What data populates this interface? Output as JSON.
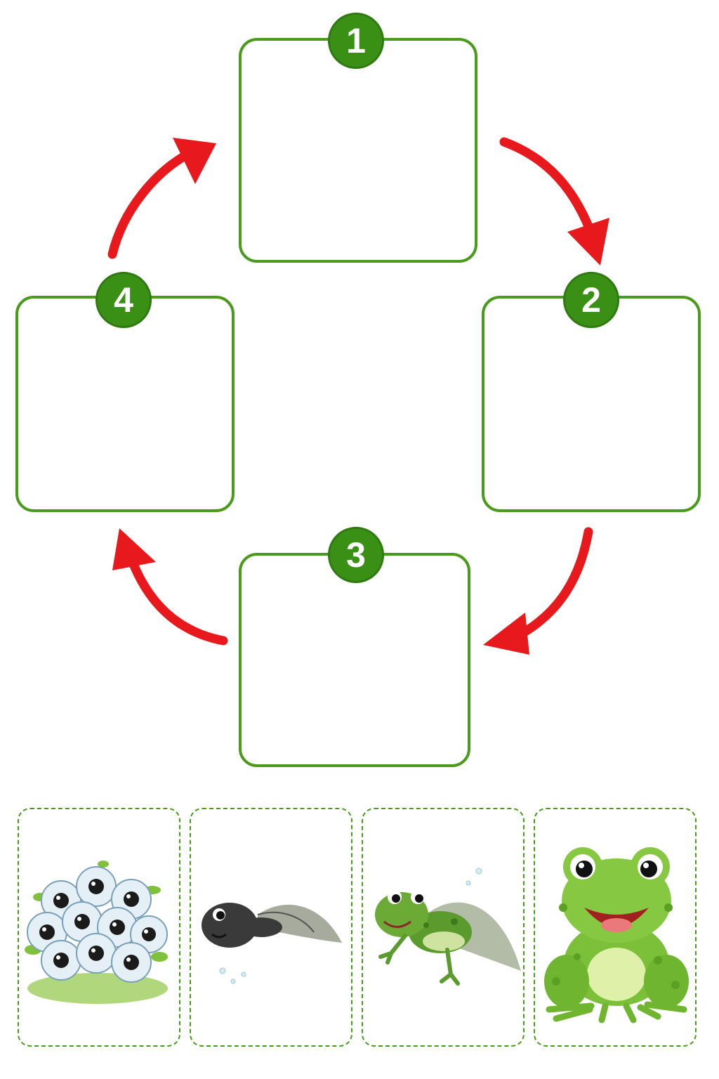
{
  "diagram": {
    "title": "",
    "steps": [
      {
        "number": "1"
      },
      {
        "number": "2"
      },
      {
        "number": "3"
      },
      {
        "number": "4"
      }
    ],
    "arrow_color": "#e8191c",
    "slot_border_color": "#4a9a1c",
    "badge_color": "#3a9015"
  },
  "cards": [
    {
      "icon": "frog-eggs-icon"
    },
    {
      "icon": "tadpole-icon"
    },
    {
      "icon": "froglet-icon"
    },
    {
      "icon": "adult-frog-icon"
    }
  ]
}
